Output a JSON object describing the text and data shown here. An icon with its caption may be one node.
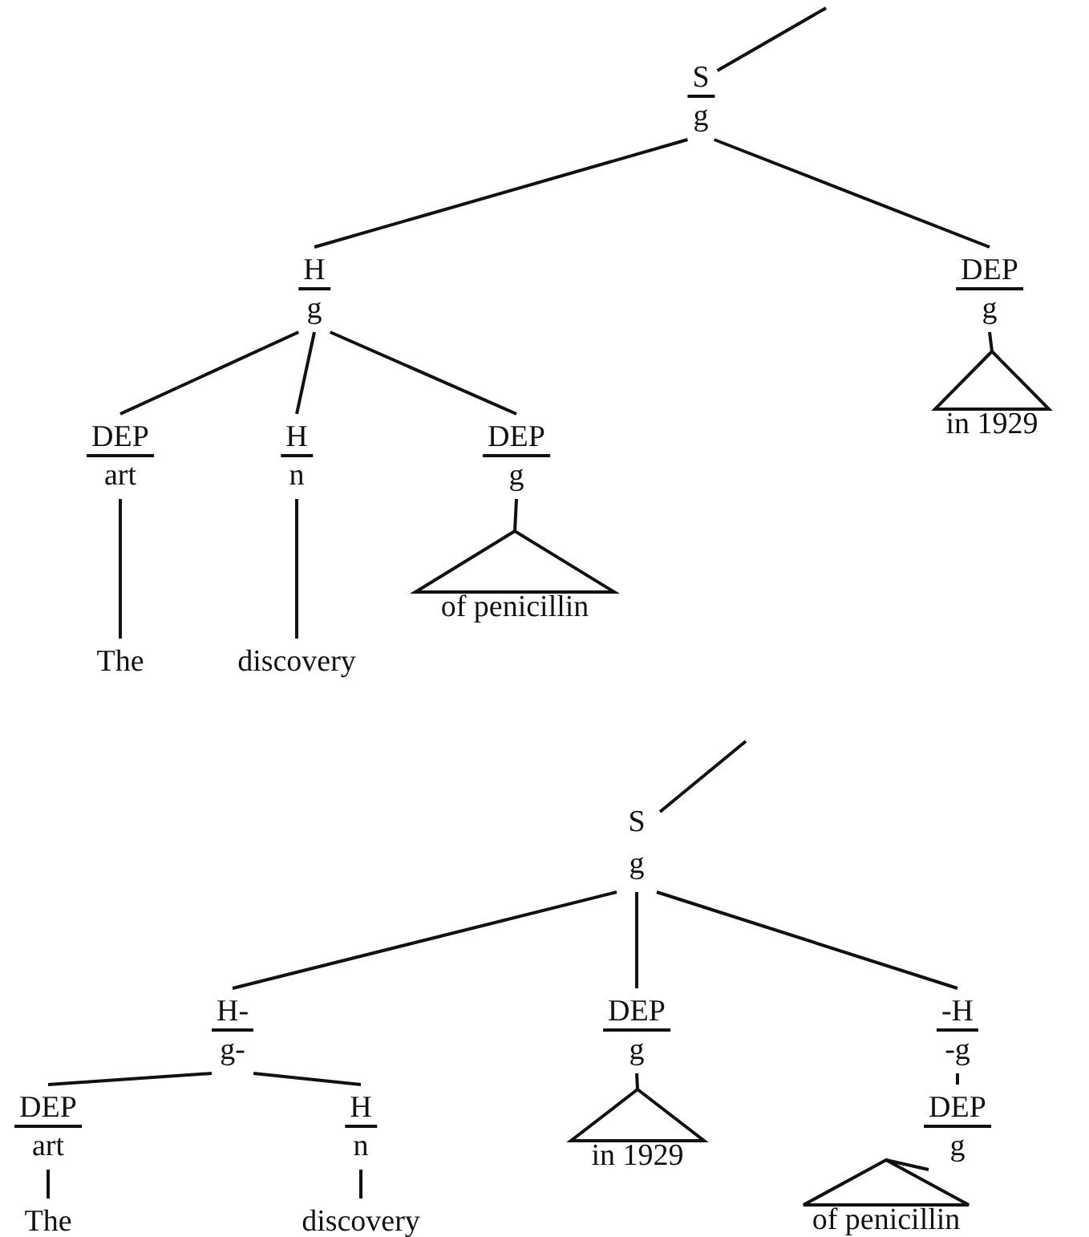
{
  "diagram": {
    "nodes": [
      {
        "text": [
          "S",
          "g"
        ]
      },
      {
        "text": [
          "H",
          "g"
        ]
      },
      {
        "text": [
          "DEP",
          "g"
        ]
      },
      {
        "text": [],
        "shape": "triangle",
        "beside": [
          "in 1929"
        ]
      },
      {
        "text": [
          "DEP",
          "art"
        ]
      },
      {
        "text": [
          "H",
          "n"
        ]
      },
      {
        "text": [
          "DEP",
          "g"
        ]
      },
      {
        "text": [
          "The"
        ]
      },
      {
        "text": [
          "discovery"
        ]
      },
      {
        "text": [],
        "shape": "triangle",
        "beside": [
          "of penicillin"
        ]
      },
      {
        "text": [
          "S g"
        ]
      },
      {
        "text": [
          "H-",
          "g-"
        ]
      },
      {
        "text": [
          "DEP",
          "g"
        ]
      },
      {
        "text": [
          "-H",
          "-g"
        ]
      },
      {
        "text": [
          "DEP",
          "art"
        ]
      },
      {
        "text": [
          "H",
          "n"
        ]
      },
      {
        "text": [],
        "shape": "triangle",
        "beside": [
          "in 1929"
        ]
      },
      {
        "text": [
          "DEP",
          "g"
        ]
      },
      {
        "text": [
          "The"
        ]
      },
      {
        "text": [
          "discovery"
        ]
      },
      {
        "text": [],
        "shape": "triangle",
        "beside": [
          "of penicillin"
        ]
      }
    ],
    "edges": [
      {
        "from": 0,
        "to": null,
        "arrow": "none"
      },
      {
        "from": 0,
        "to": 1,
        "arrow": "none"
      },
      {
        "from": 0,
        "to": 2,
        "arrow": "none"
      },
      {
        "from": 2,
        "to": 3,
        "arrow": "none"
      },
      {
        "from": 1,
        "to": 4,
        "arrow": "none"
      },
      {
        "from": 1,
        "to": 5,
        "arrow": "none"
      },
      {
        "from": 1,
        "to": 6,
        "arrow": "none"
      },
      {
        "from": 4,
        "to": 7,
        "arrow": "none"
      },
      {
        "from": 5,
        "to": 8,
        "arrow": "none"
      },
      {
        "from": 6,
        "to": 9,
        "arrow": "none"
      },
      {
        "from": 10,
        "to": null,
        "arrow": "none"
      },
      {
        "from": 10,
        "to": 11,
        "arrow": "none"
      },
      {
        "from": 10,
        "to": 12,
        "arrow": "none"
      },
      {
        "from": 10,
        "to": 13,
        "arrow": "none"
      },
      {
        "from": 11,
        "to": 14,
        "arrow": "none"
      },
      {
        "from": 11,
        "to": 15,
        "arrow": "none"
      },
      {
        "from": 12,
        "to": 16,
        "arrow": "none"
      },
      {
        "from": 13,
        "to": 17,
        "arrow": "none"
      },
      {
        "from": 17,
        "to": 20,
        "arrow": "none"
      },
      {
        "from": 14,
        "to": 18,
        "arrow": "none"
      },
      {
        "from": 15,
        "to": 19,
        "arrow": "none"
      }
    ]
  }
}
